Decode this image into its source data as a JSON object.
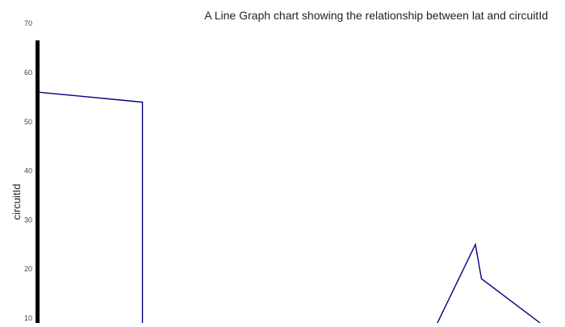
{
  "chart_data": {
    "type": "line",
    "title": "A Line Graph chart showing the relationship between lat and circuitId",
    "xlabel": "",
    "ylabel": "circuitId",
    "ylim": [
      8,
      73
    ],
    "yticks": [
      10,
      20,
      30,
      40,
      50,
      60,
      70
    ],
    "grid": false,
    "legend": "none",
    "series_color": "#000080",
    "axis_color": "#000000",
    "series": [
      {
        "x": [
          0,
          0.255,
          0.255,
          0.98,
          1.08,
          1.095,
          1.24
        ],
        "y": [
          56,
          54,
          8,
          8,
          25,
          18,
          9
        ]
      }
    ]
  }
}
